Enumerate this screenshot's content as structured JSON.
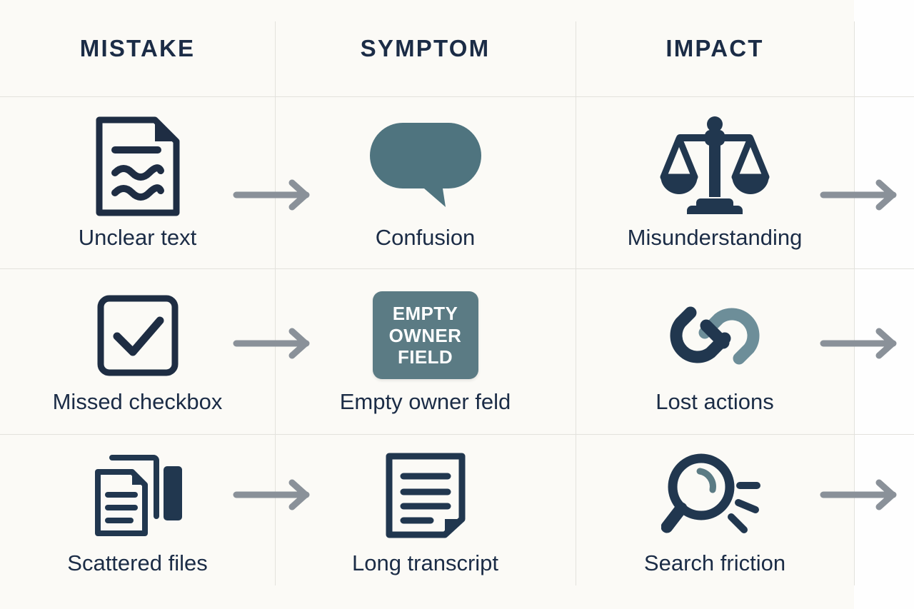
{
  "theme": {
    "background": "#fbfaf6",
    "ink": "#1b2c46",
    "accent_teal": "#5b7b84",
    "accent_teal_light": "#6d8e99",
    "arrow_gray": "#8a9199",
    "rule_gray": "#e3e2dd",
    "badge_text": "#ffffff"
  },
  "header": {
    "columns": [
      {
        "label": "MISTAKE"
      },
      {
        "label": "SYMPTOM"
      },
      {
        "label": "IMPACT"
      }
    ]
  },
  "rows": [
    {
      "mistake": {
        "label": "Unclear text",
        "icon": "document-wavy-lines-icon"
      },
      "arrow1": {
        "icon": "arrow-right-icon"
      },
      "symptom": {
        "label": "Confusion",
        "icon": "speech-bubble-icon"
      },
      "arrow2": {
        "icon": "arrow-right-icon"
      },
      "impact": {
        "label": "Misunderstanding",
        "icon": "balance-scale-icon"
      }
    },
    {
      "mistake": {
        "label": "Missed checkbox",
        "icon": "checkbox-checked-icon"
      },
      "arrow1": {
        "icon": "arrow-right-icon"
      },
      "symptom": {
        "label": "Empty owner feld",
        "icon": "empty-owner-field-badge",
        "badge_lines": [
          "EMPTY",
          "OWNER",
          "FIELD"
        ]
      },
      "arrow2": {
        "icon": "arrow-right-icon"
      },
      "impact": {
        "label": "Lost actions",
        "icon": "broken-chain-link-icon"
      }
    },
    {
      "mistake": {
        "label": "Scattered files",
        "icon": "stacked-documents-icon"
      },
      "arrow1": {
        "icon": "arrow-right-icon"
      },
      "symptom": {
        "label": "Long transcript",
        "icon": "document-lines-icon"
      },
      "arrow2": {
        "icon": "arrow-right-icon"
      },
      "impact": {
        "label": "Search friction",
        "icon": "magnifier-rays-icon"
      }
    }
  ]
}
